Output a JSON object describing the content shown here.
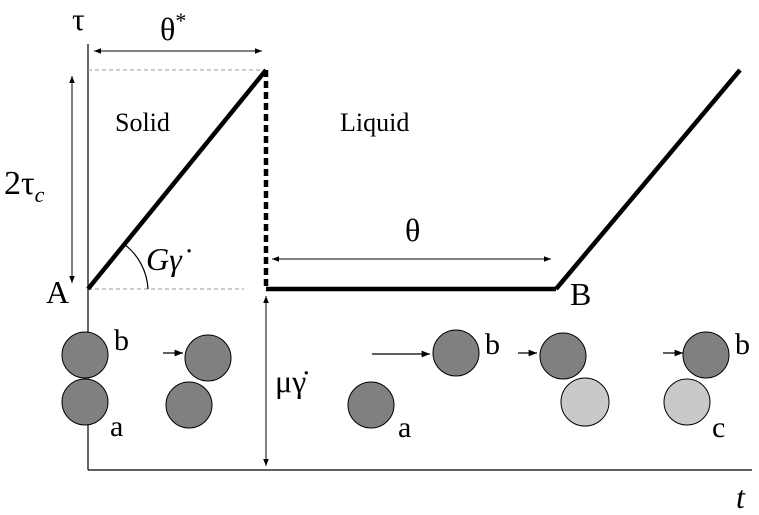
{
  "figure": {
    "axes": {
      "y_label": "τ",
      "x_label": "t"
    },
    "points": {
      "a_point": "A",
      "b_point": "B"
    },
    "regions": {
      "solid": "Solid",
      "liquid": "Liquid"
    },
    "dimensions": {
      "theta_star": {
        "base": "θ",
        "sup": "*"
      },
      "two_tau_c": {
        "base": "2τ",
        "sub": "c"
      },
      "slope": "Gγ̇",
      "theta": "θ",
      "mu_gamma_dot": "μγ̇"
    },
    "particle_labels": {
      "g1_top": "b",
      "g1_bottom": "a",
      "g3_top": "b",
      "g3_bottom": "a",
      "g5_top": "b",
      "g5_bottom": "c"
    },
    "colors": {
      "line": "#000000",
      "guide": "#9a9a9a",
      "particle_dark": "#808080",
      "particle_light": "#c9c9c9"
    }
  }
}
